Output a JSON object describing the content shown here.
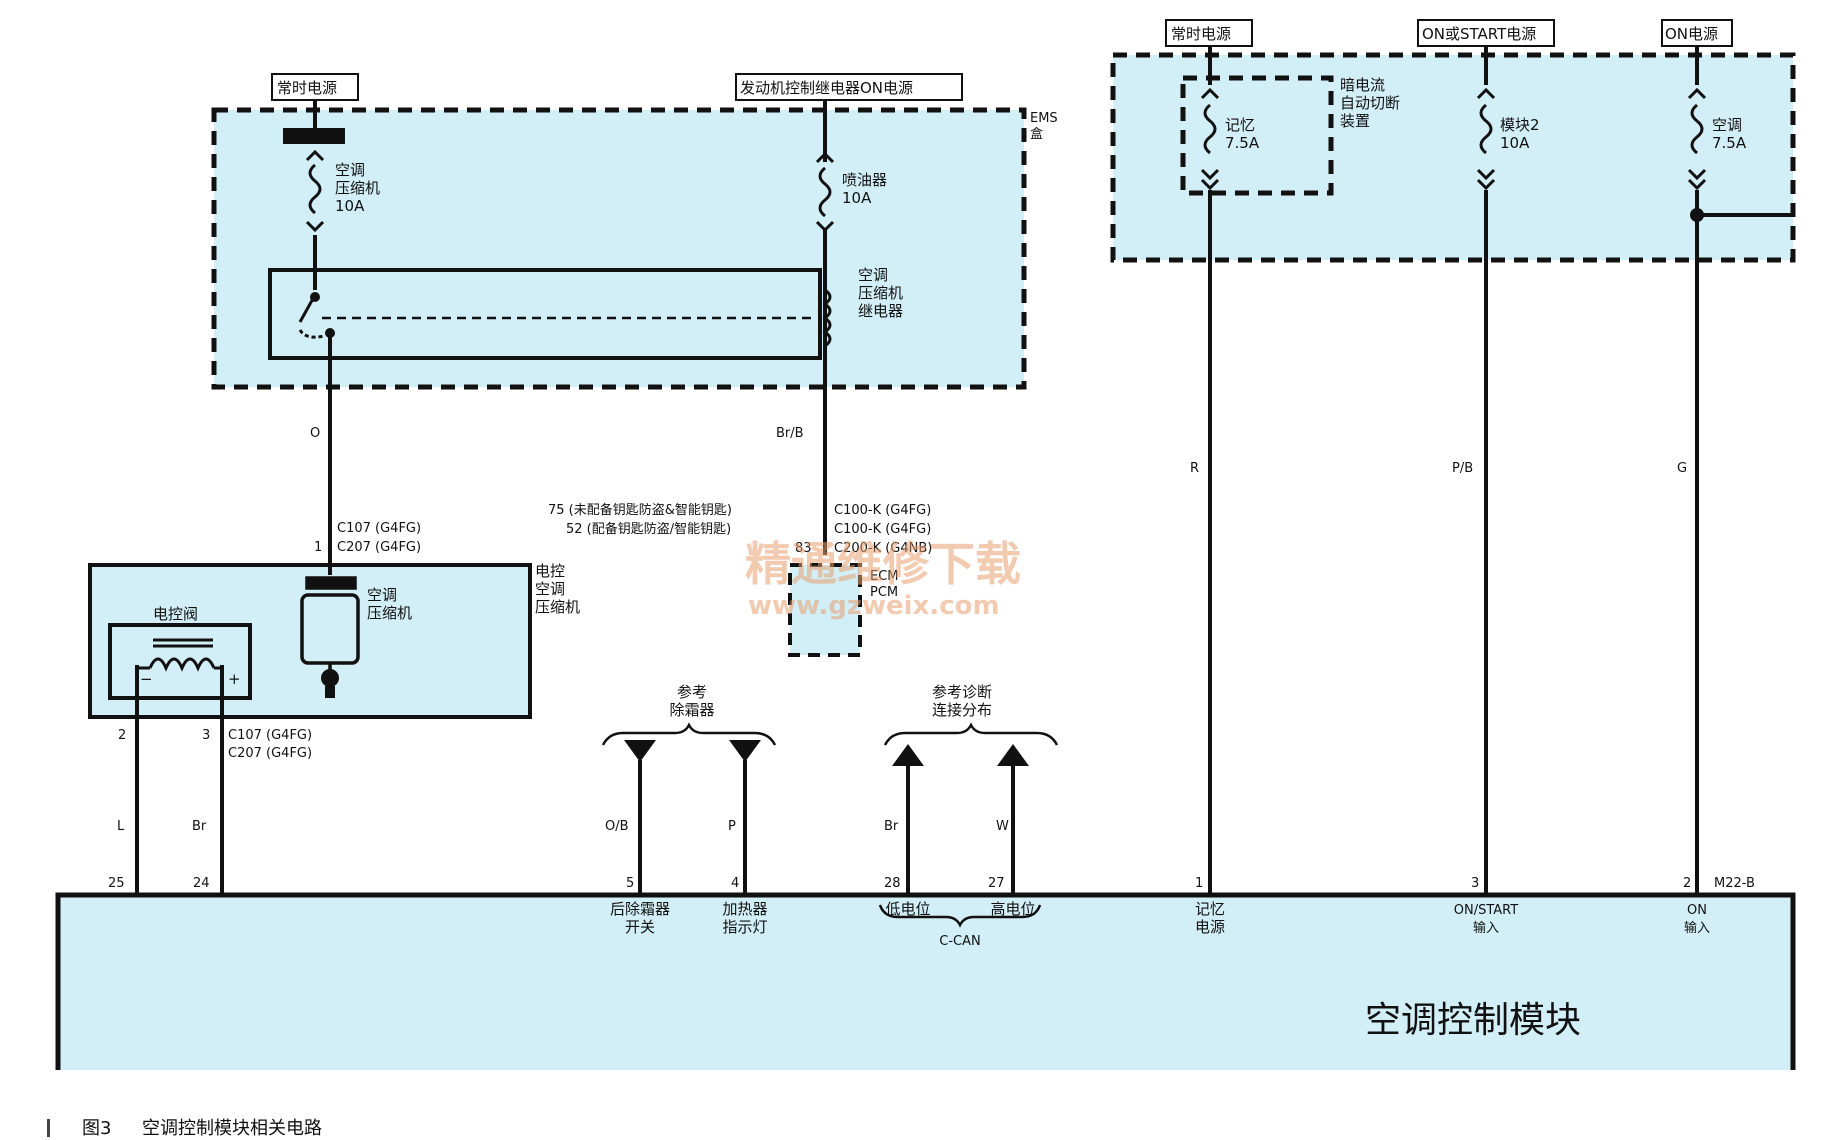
{
  "power_tags": {
    "left_constant": "常时电源",
    "engine_relay_on": "发动机控制继电器ON电源",
    "right_constant": "常时电源",
    "on_or_start": "ON或START电源",
    "on_power": "ON电源"
  },
  "ems_box": {
    "label": "EMS\n盒",
    "fuse_ac": "空调\n压缩机\n10A",
    "fuse_injector": "喷油器\n10A",
    "relay": "空调\n压缩机\n继电器"
  },
  "right_fuse_box": {
    "dark_current": "暗电流\n自动切断\n装置",
    "fuse_memory": "记忆\n7.5A",
    "fuse_module2": "模块2\n10A",
    "fuse_ac": "空调\n7.5A"
  },
  "wires": {
    "orange": "O",
    "br_b": "Br/B",
    "red": "R",
    "pink_black": "P/B",
    "green": "G",
    "blue": "L",
    "brown": "Br",
    "ob": "O/B",
    "pink": "P",
    "can_low": "Br",
    "can_high": "W"
  },
  "connectors": {
    "c107_pin1": "C107 (G4FG)",
    "c207_pin1": "C207 (G4FG)",
    "pin1": "1",
    "ecm_line1": "75 (未配备钥匙防盗&智能钥匙)",
    "ecm_line2": "52 (配备钥匙防盗/智能钥匙)",
    "ecm_line3": "83",
    "c100k_1": "C100-K (G4FG)",
    "c100k_2": "C100-K (G4FG)",
    "c200k": "C200-K (G4NB)",
    "ecm": "ECM\nPCM",
    "pin2": "2",
    "pin3": "3",
    "c107_pin3": "C107 (G4FG)",
    "c207_pin3": "C207 (G4FG)",
    "m22b": "M22-B"
  },
  "compressor": {
    "label": "电控\n空调\n压缩机",
    "valve": "电控阀",
    "compressor": "空调\n压缩机"
  },
  "references": {
    "defrost": "参考\n除霜器",
    "diag": "参考诊断\n连接分布"
  },
  "module": {
    "title": "空调控制模块",
    "pins": [
      "25",
      "24",
      "5",
      "4",
      "28",
      "27",
      "1",
      "3",
      "2"
    ],
    "pin_labels": {
      "rear_defrost": "后除霜器\n开关",
      "heater_lamp": "加热器\n指示灯",
      "low": "低电位",
      "high": "高电位",
      "ccan": "C-CAN",
      "memory": "记忆\n电源",
      "on_start": "ON/START\n输入",
      "on_input": "ON\n输入"
    }
  },
  "watermark": {
    "line1": "精通维修下载",
    "line2": "www.gzweix.com"
  },
  "caption": {
    "figure": "图3",
    "text": "空调控制模块相关电路"
  },
  "colors": {
    "panel": "#d2eef6",
    "line": "#111111",
    "watermark": "#e8a070"
  }
}
